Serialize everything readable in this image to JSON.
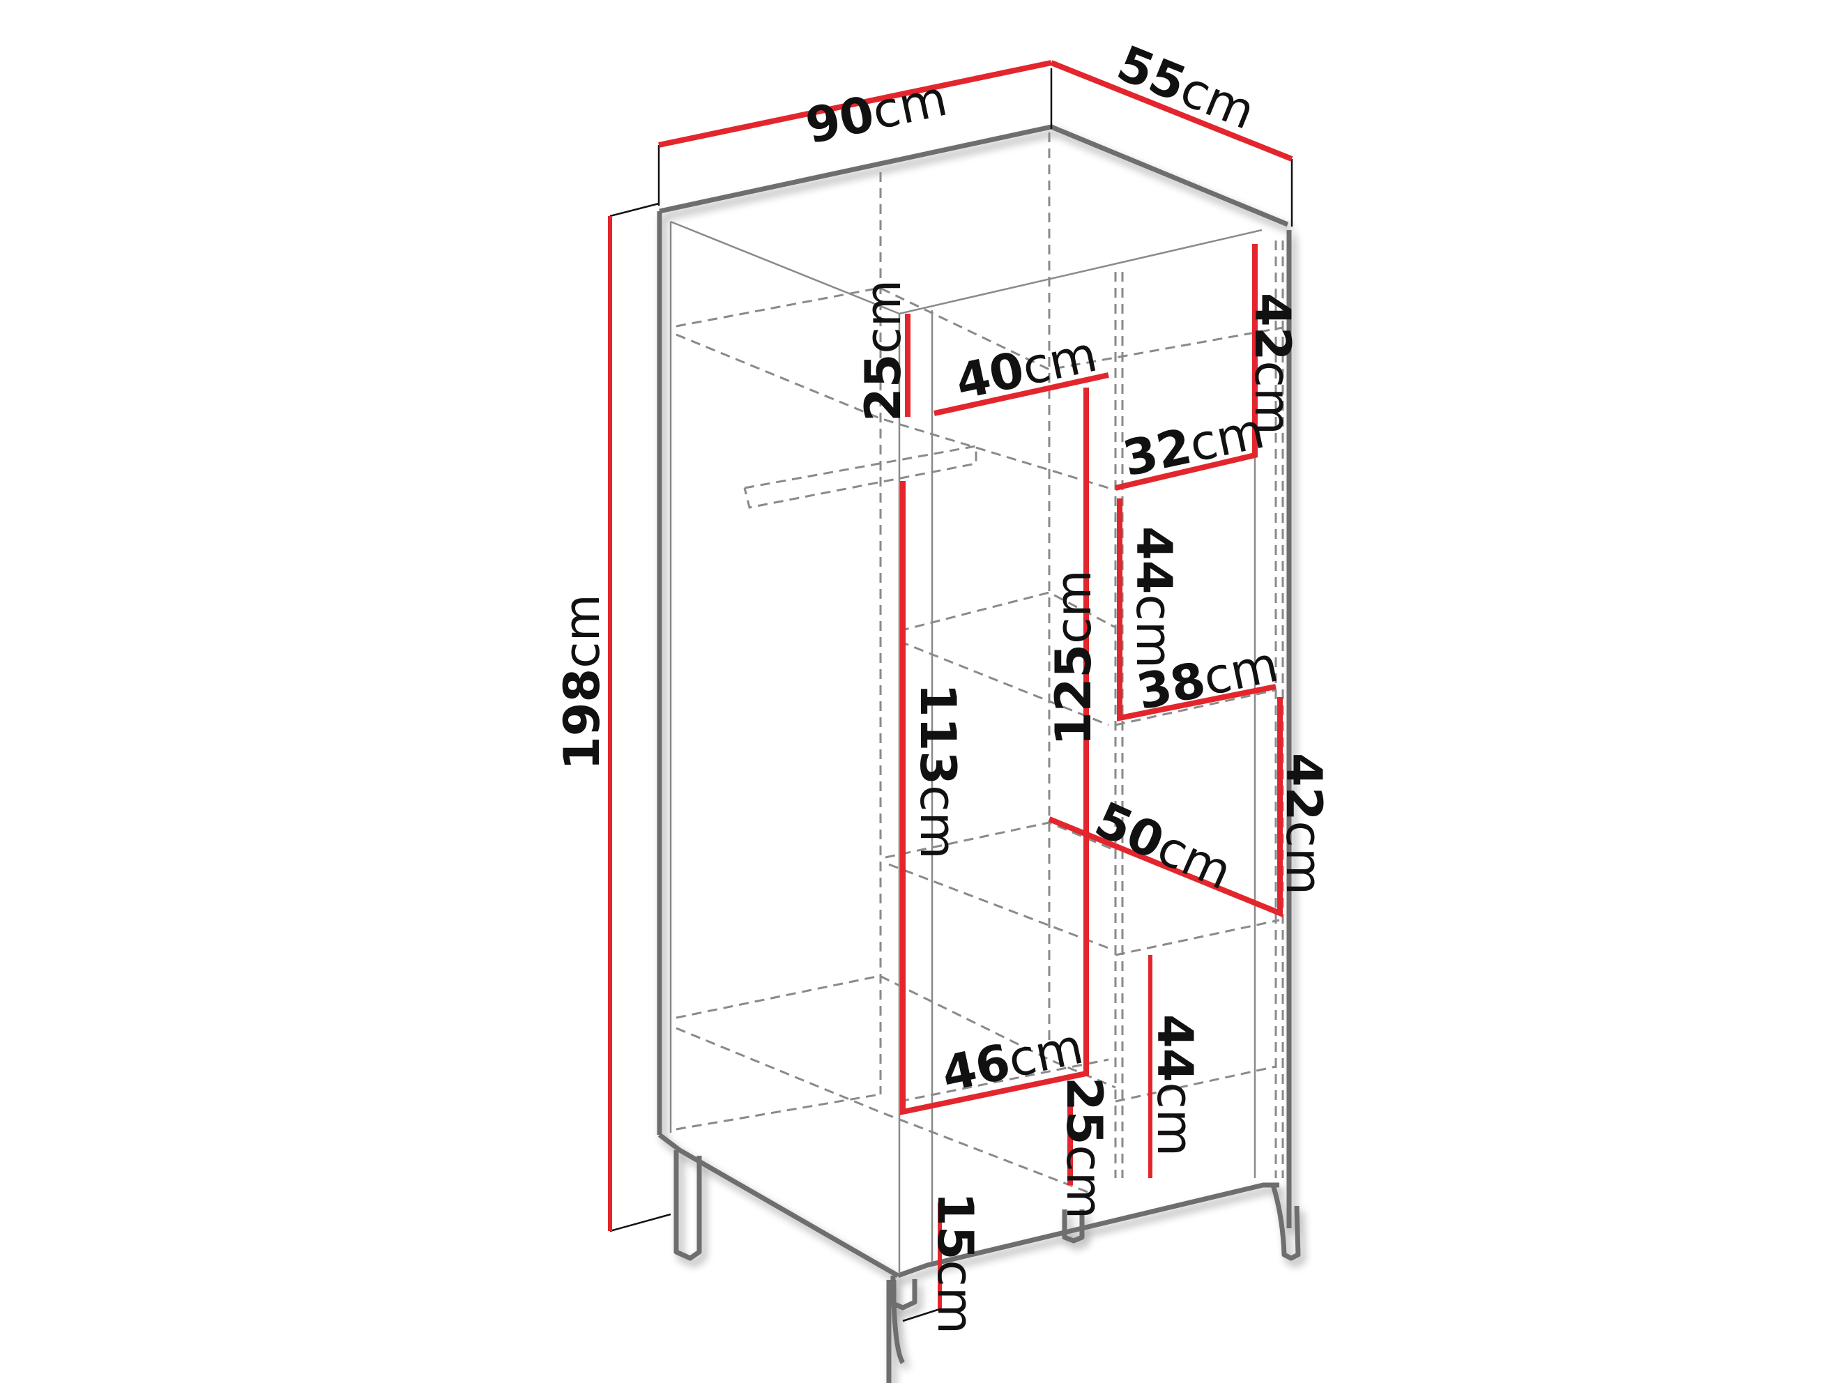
{
  "diagram": {
    "subject": "Two-door wardrobe with hanging rail, shelves and legs",
    "colors": {
      "dimension_line": "#e3262d",
      "outline": "#6e6e6e",
      "dashed": "#8a8a8a",
      "text": "#111111"
    },
    "dimensions": {
      "width": {
        "value": "90",
        "unit": "cm"
      },
      "depth": {
        "value": "55",
        "unit": "cm"
      },
      "height": {
        "value": "198",
        "unit": "cm"
      },
      "top_compartment_height": {
        "value": "25",
        "unit": "cm"
      },
      "top_compartment_width": {
        "value": "40",
        "unit": "cm"
      },
      "hanging_height": {
        "value": "113",
        "unit": "cm"
      },
      "inner_height_left": {
        "value": "125",
        "unit": "cm"
      },
      "bottom_compartment_width": {
        "value": "46",
        "unit": "cm"
      },
      "bottom_compartment_height": {
        "value": "25",
        "unit": "cm"
      },
      "leg_height": {
        "value": "15",
        "unit": "cm"
      },
      "right_top_shelf_height": {
        "value": "42",
        "unit": "cm"
      },
      "right_top_shelf_width": {
        "value": "32",
        "unit": "cm"
      },
      "right_mid_shelf_height": {
        "value": "44",
        "unit": "cm"
      },
      "right_mid_shelf_width": {
        "value": "38",
        "unit": "cm"
      },
      "right_lower_shelf_height": {
        "value": "42",
        "unit": "cm"
      },
      "shelf_depth": {
        "value": "50",
        "unit": "cm"
      },
      "right_bottom_shelf_height": {
        "value": "44",
        "unit": "cm"
      }
    }
  }
}
